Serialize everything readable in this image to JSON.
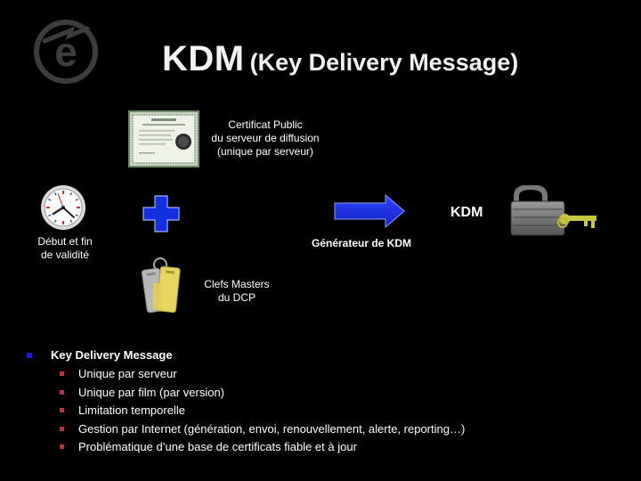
{
  "title": {
    "main": "KDM",
    "sub": "(Key Delivery Message)"
  },
  "diagram": {
    "certificate_caption": [
      "Certificat Public",
      "du serveur de diffusion",
      "(unique par serveur)"
    ],
    "clock_caption": [
      "Début et fin",
      "de validité"
    ],
    "keys_caption": [
      "Clefs Masters",
      "du DCP"
    ],
    "generator_label": "Générateur de KDM",
    "output_label": "KDM"
  },
  "bullets": {
    "main": "Key Delivery Message",
    "items": [
      "Unique par serveur",
      "Unique par film (par version)",
      "Limitation temporelle",
      "Gestion par Internet (génération, envoi, renouvellement, alerte, reporting…)",
      "Problématique d’une base de certificats fiable et à jour"
    ]
  },
  "colors": {
    "background": "#000000",
    "plus_blue": "#1230e0",
    "arrow_blue": "#1a2ee6",
    "main_bullet": "#1a1adf",
    "sub_bullet": "#cc2a3a"
  },
  "icons": [
    "logo-e-icon",
    "certificate-icon",
    "clock-icon",
    "plus-icon",
    "arrow-right-icon",
    "keys-icon",
    "padlock-with-key-icon"
  ]
}
